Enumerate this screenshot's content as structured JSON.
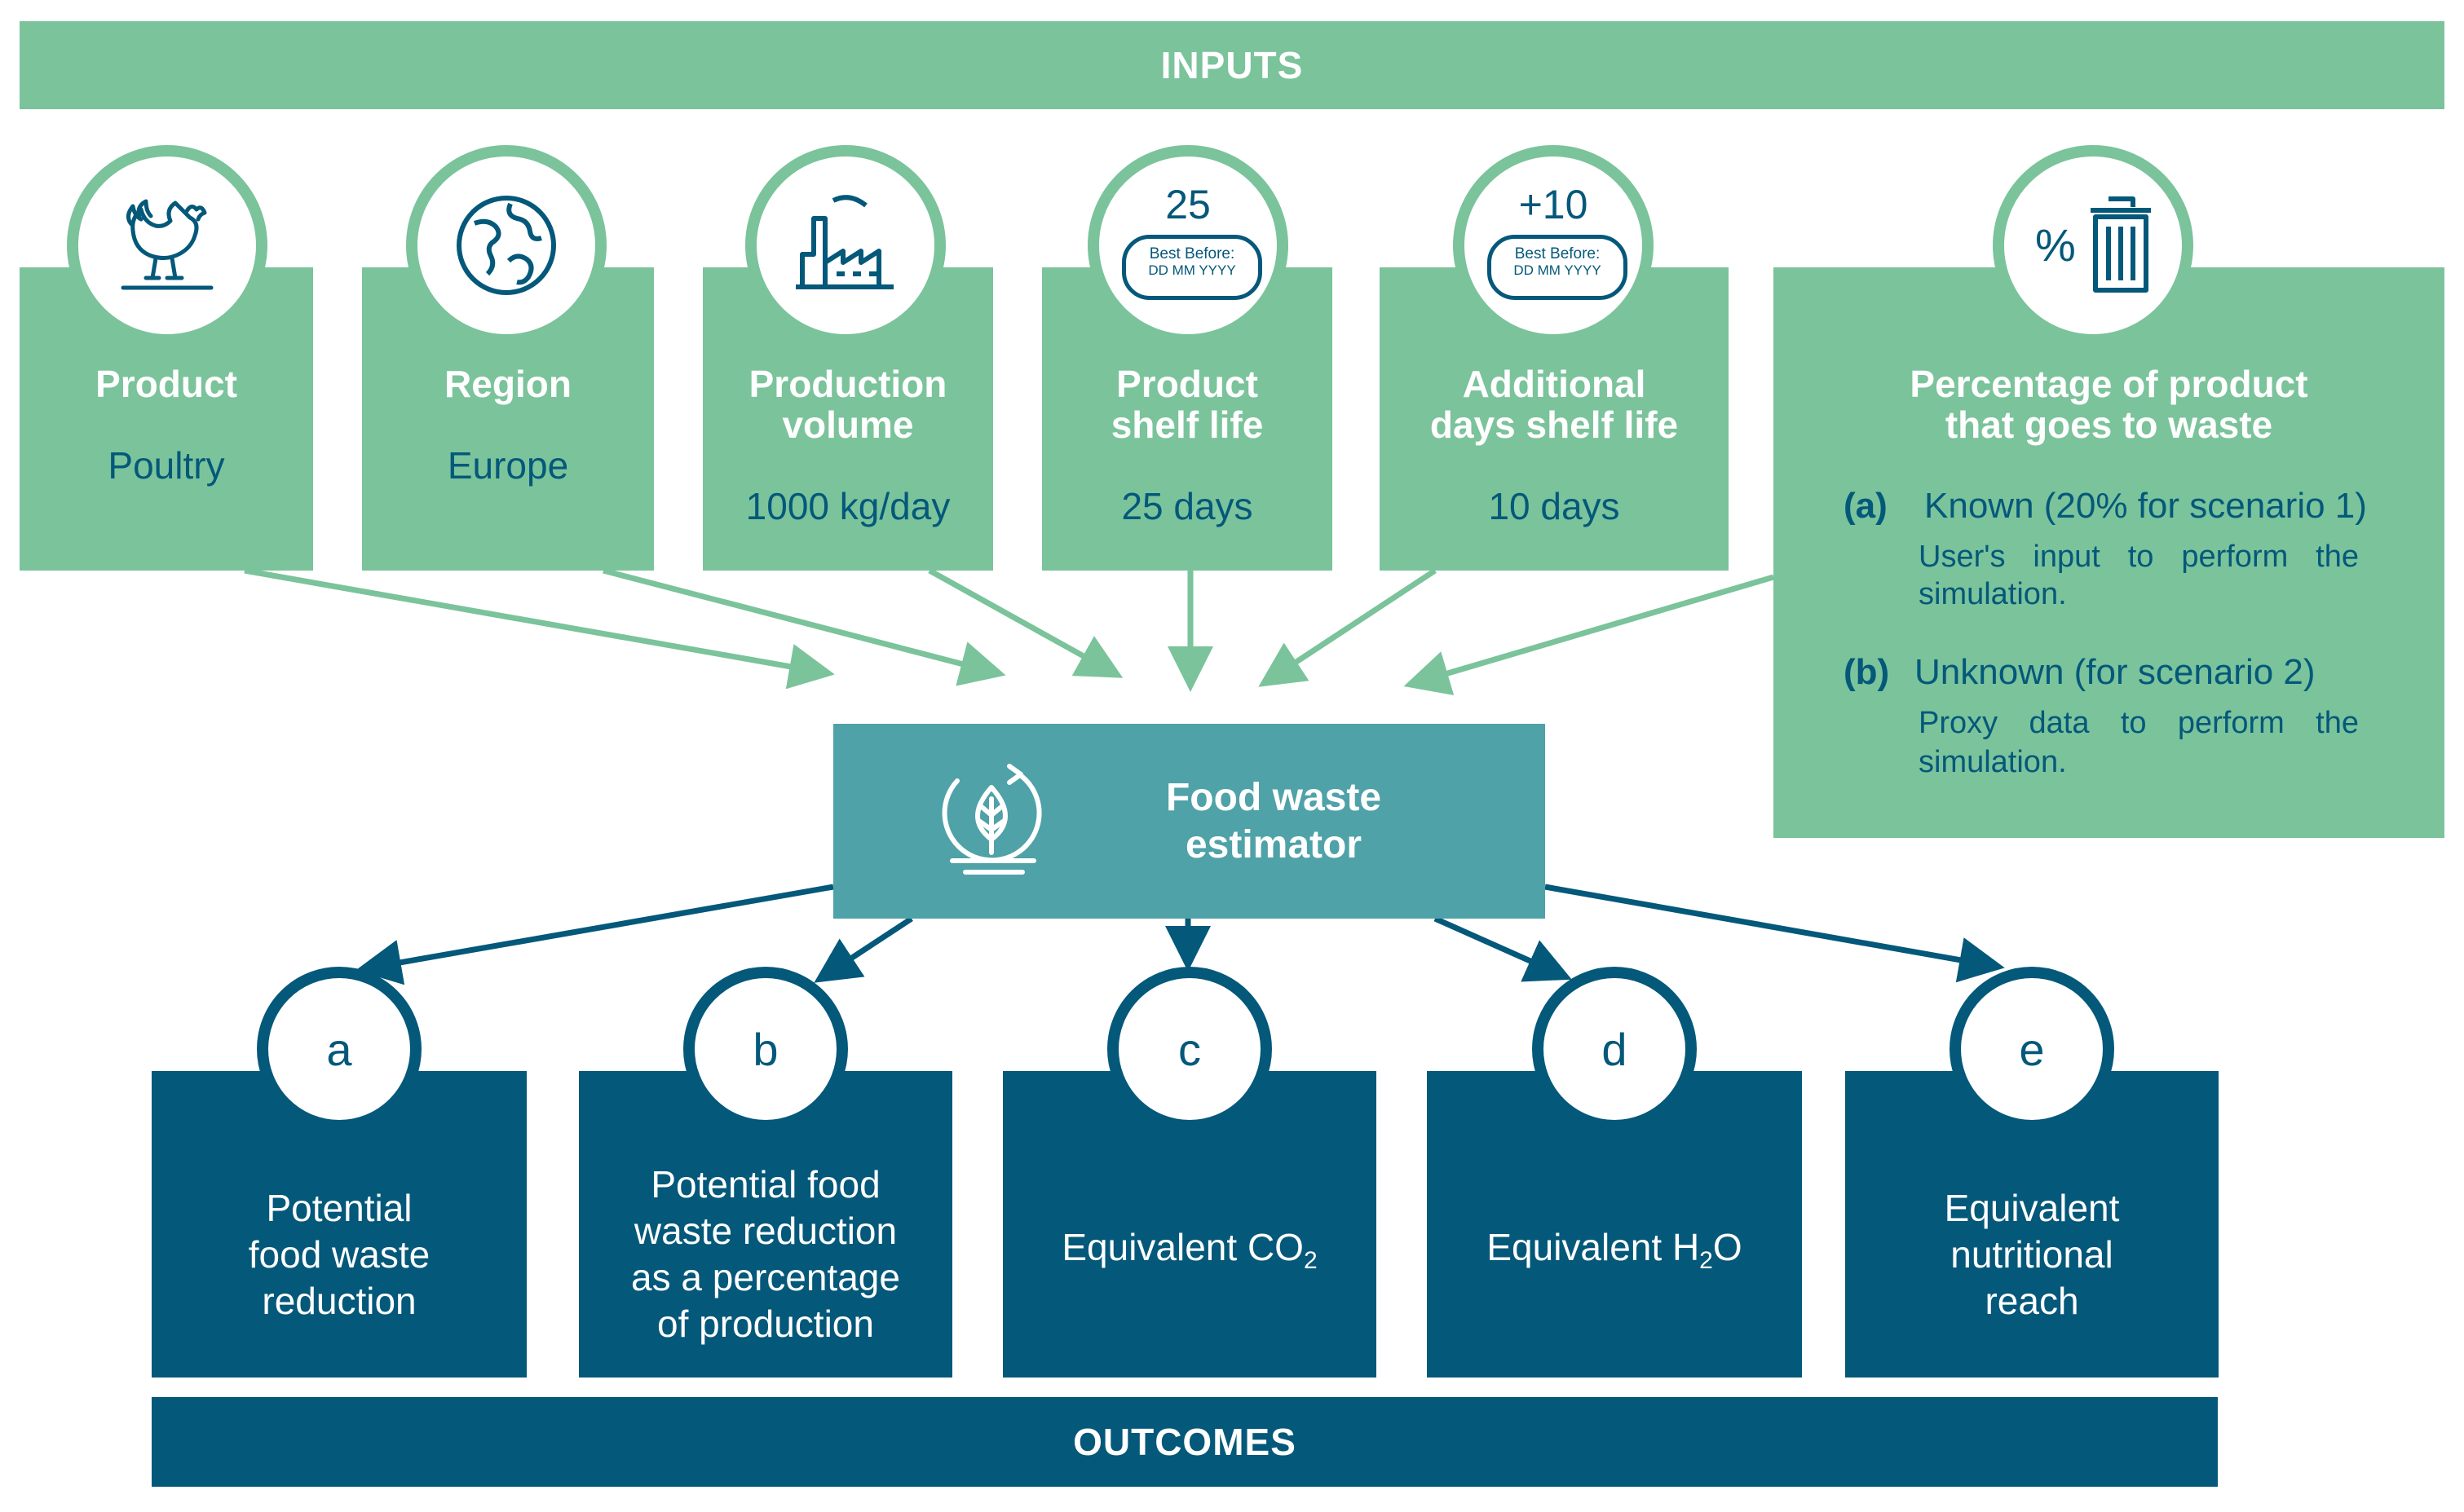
{
  "inputs_banner": "INPUTS",
  "outcomes_banner": "OUTCOMES",
  "inputs": {
    "product": {
      "title": "Product",
      "value": "Poultry"
    },
    "region": {
      "title": "Region",
      "value": "Europe"
    },
    "volume": {
      "title_1": "Production",
      "title_2": "volume",
      "value": "1000 kg/day"
    },
    "shelf": {
      "title_1": "Product",
      "title_2": "shelf life",
      "value": "25 days",
      "badge_num": "25",
      "badge_l1": "Best Before:",
      "badge_l2": "DD MM YYYY"
    },
    "additional": {
      "title_1": "Additional",
      "title_2": "days shelf life",
      "value": "10 days",
      "badge_num": "+10",
      "badge_l1": "Best Before:",
      "badge_l2": "DD MM YYYY"
    },
    "percentage": {
      "title_1": "Percentage of product",
      "title_2": "that goes to waste",
      "icon_symbol": "%",
      "a_label": "(a)",
      "a_text": "Known (20% for scenario 1)",
      "a_note_1": "User's input to perform the",
      "a_note_2": "simulation.",
      "b_label": "(b)",
      "b_text": "Unknown (for scenario 2)",
      "b_note_1": "Proxy data to perform the",
      "b_note_2": "simulation."
    }
  },
  "estimator": {
    "line_1": "Food waste",
    "line_2": "estimator"
  },
  "outcomes": [
    {
      "letter": "a",
      "lines": [
        "Potential",
        "food waste",
        "reduction"
      ]
    },
    {
      "letter": "b",
      "lines": [
        "Potential food",
        "waste reduction",
        "as a percentage",
        "of production"
      ]
    },
    {
      "letter": "c",
      "prefix": "Equivalent CO",
      "sub": "2",
      "suffix": ""
    },
    {
      "letter": "d",
      "prefix": "Equivalent H",
      "sub": "2",
      "suffix": "O"
    },
    {
      "letter": "e",
      "lines": [
        "Equivalent",
        "nutritional",
        "reach"
      ]
    }
  ],
  "colors": {
    "green": "#7bc39b",
    "navy": "#04587a",
    "teal": "#4fa2a8"
  },
  "icons": [
    "chicken-icon",
    "globe-icon",
    "factory-icon",
    "best-before-badge-icon",
    "trash-bin-icon",
    "leaf-cycle-icon"
  ]
}
